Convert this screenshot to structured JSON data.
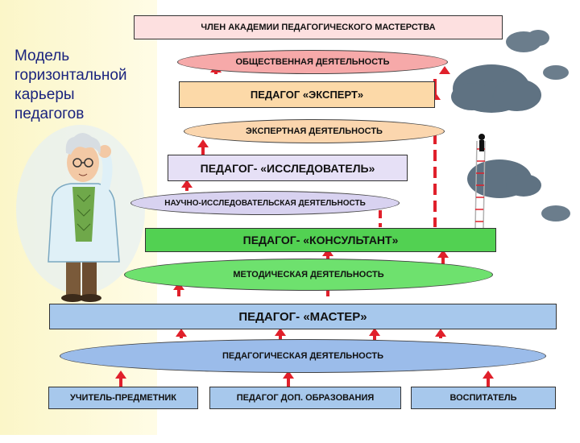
{
  "title": "Модель\nгоризонтальной\nкарьеры\nпедагогов",
  "levels": {
    "academy": "ЧЛЕН  АКАДЕМИИ  ПЕДАГОГИЧЕСКОГО  МАСТЕРСТВА",
    "social_activity": "ОБЩЕСТВЕННАЯ  ДЕЯТЕЛЬНОСТЬ",
    "expert": "ПЕДАГОГ «ЭКСПЕРТ»",
    "expert_activity": "ЭКСПЕРТНАЯ  ДЕЯТЕЛЬНОСТЬ",
    "researcher": "ПЕДАГОГ- «ИССЛЕДОВАТЕЛЬ»",
    "research_activity": "НАУЧНО-ИССЛЕДОВАТЕЛЬСКАЯ  ДЕЯТЕЛЬНОСТЬ",
    "consultant": "ПЕДАГОГ- «КОНСУЛЬТАНТ»",
    "methodical_activity": "МЕТОДИЧЕСКАЯ  ДЕЯТЕЛЬНОСТЬ",
    "master": "ПЕДАГОГ- «МАСТЕР»",
    "pedagogical_activity": "ПЕДАГОГИЧЕСКАЯ  ДЕЯТЕЛЬНОСТЬ"
  },
  "entry_roles": [
    "УЧИТЕЛЬ-ПРЕДМЕТНИК",
    "ПЕДАГОГ ДОП. ОБРАЗОВАНИЯ",
    "ВОСПИТАТЕЛЬ"
  ],
  "colors": {
    "academy_box": "#fde0e0",
    "pink_ellipse": "#f6a9a9",
    "expert_box": "#fcd9a8",
    "peach_ellipse": "#fbd6ae",
    "researcher_box": "#e6e0f6",
    "lavender_ellipse": "#d8d2f0",
    "consultant_box": "#52d152",
    "green_ellipse": "#6ee16e",
    "master_box": "#a7c8ec",
    "blue_ellipse": "#9bbcea",
    "arrow": "#e0202b"
  }
}
